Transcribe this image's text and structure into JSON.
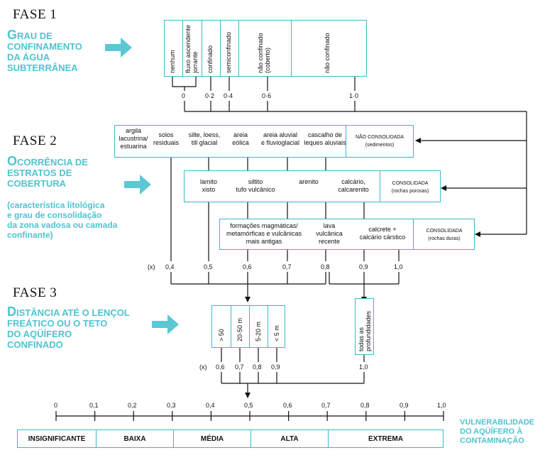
{
  "colors": {
    "accent": "#4fc3d0",
    "box_border": "#3bb8c6",
    "line": "#111111"
  },
  "phase1": {
    "title": "FASE 1",
    "heading_cap": "G",
    "heading_rest": "RAU DE\nCONFINAMENTO\nDA ÁGUA\nSUBTERRÂNEA",
    "categories": [
      "nenhum",
      "fluxo ascendente\njorrante",
      "confinado",
      "semiconfinado",
      "não confinado\n(coberto)",
      "não confinado"
    ],
    "values": [
      "0",
      "0·2",
      "0·4",
      "0·6",
      "1·0"
    ]
  },
  "phase2": {
    "title": "FASE 2",
    "heading_cap": "O",
    "heading_rest": "CORRÊNCIA DE\nESTRATOS DE\nCOBERTURA",
    "subheading": "(característica litológica\ne grau de consolidação\nda zona vadosa ou camada\nconfinante)",
    "row1": {
      "items": [
        "argila\nlacustrina/\nestuarina",
        "solos\nresiduais",
        "silte, loess,\ntill glacial",
        "areia\neólica",
        "areia aluvial\ne fluvioglacial",
        "cascalho de\nleques aluviais"
      ],
      "label": "NÃO CONSOLIDADA",
      "sublabel": "(sedimentos)"
    },
    "row2": {
      "items": [
        "lamito\nxisto",
        "siltito\ntufo vulcânico",
        "arenito",
        "calcário,\ncalcarenito"
      ],
      "label": "CONSOLIDADA",
      "sublabel": "(rochas porosas)"
    },
    "row3": {
      "items": [
        "formações magmáticas/\nmetamórficas e vulcânicas\nmais antigas",
        "lava\nvulcânica\nrecente",
        "calcrete +\ncalcário cárstico"
      ],
      "label": "CONSOLIDADA",
      "sublabel": "(rochas duras)"
    },
    "multiplier": "(x)",
    "values": [
      "0,4",
      "0,5",
      "0,6",
      "0,7",
      "0,8",
      "0,9",
      "1,0"
    ]
  },
  "phase3": {
    "title": "FASE 3",
    "heading_cap": "D",
    "heading_rest": "ISTÂNCIA ATÉ O LENÇOL\nFREÁTICO OU O TETO\nDO AQÜÍFERO\nCONFINADO",
    "categories": [
      "> 50",
      "20-50 m",
      "5-20 m",
      "< 5 m"
    ],
    "all_depths": "todas as\nprofundidades",
    "multiplier": "(x)",
    "values": [
      "0,6",
      "0,7",
      "0,8",
      "0,9"
    ],
    "all_value": "1,0"
  },
  "scale": {
    "ticks": [
      "0",
      "0,1",
      "0,2",
      "0,3",
      "0,4",
      "0,5",
      "0,6",
      "0,7",
      "0,8",
      "0,9",
      "1,0"
    ],
    "classes": [
      "INSIGNIFICANTE",
      "BAIXA",
      "MÉDIA",
      "ALTA",
      "EXTREMA"
    ],
    "caption": "VULNERABILIDADE\nDO AQÜÍFERO À\nCONTAMINAÇÃO"
  }
}
